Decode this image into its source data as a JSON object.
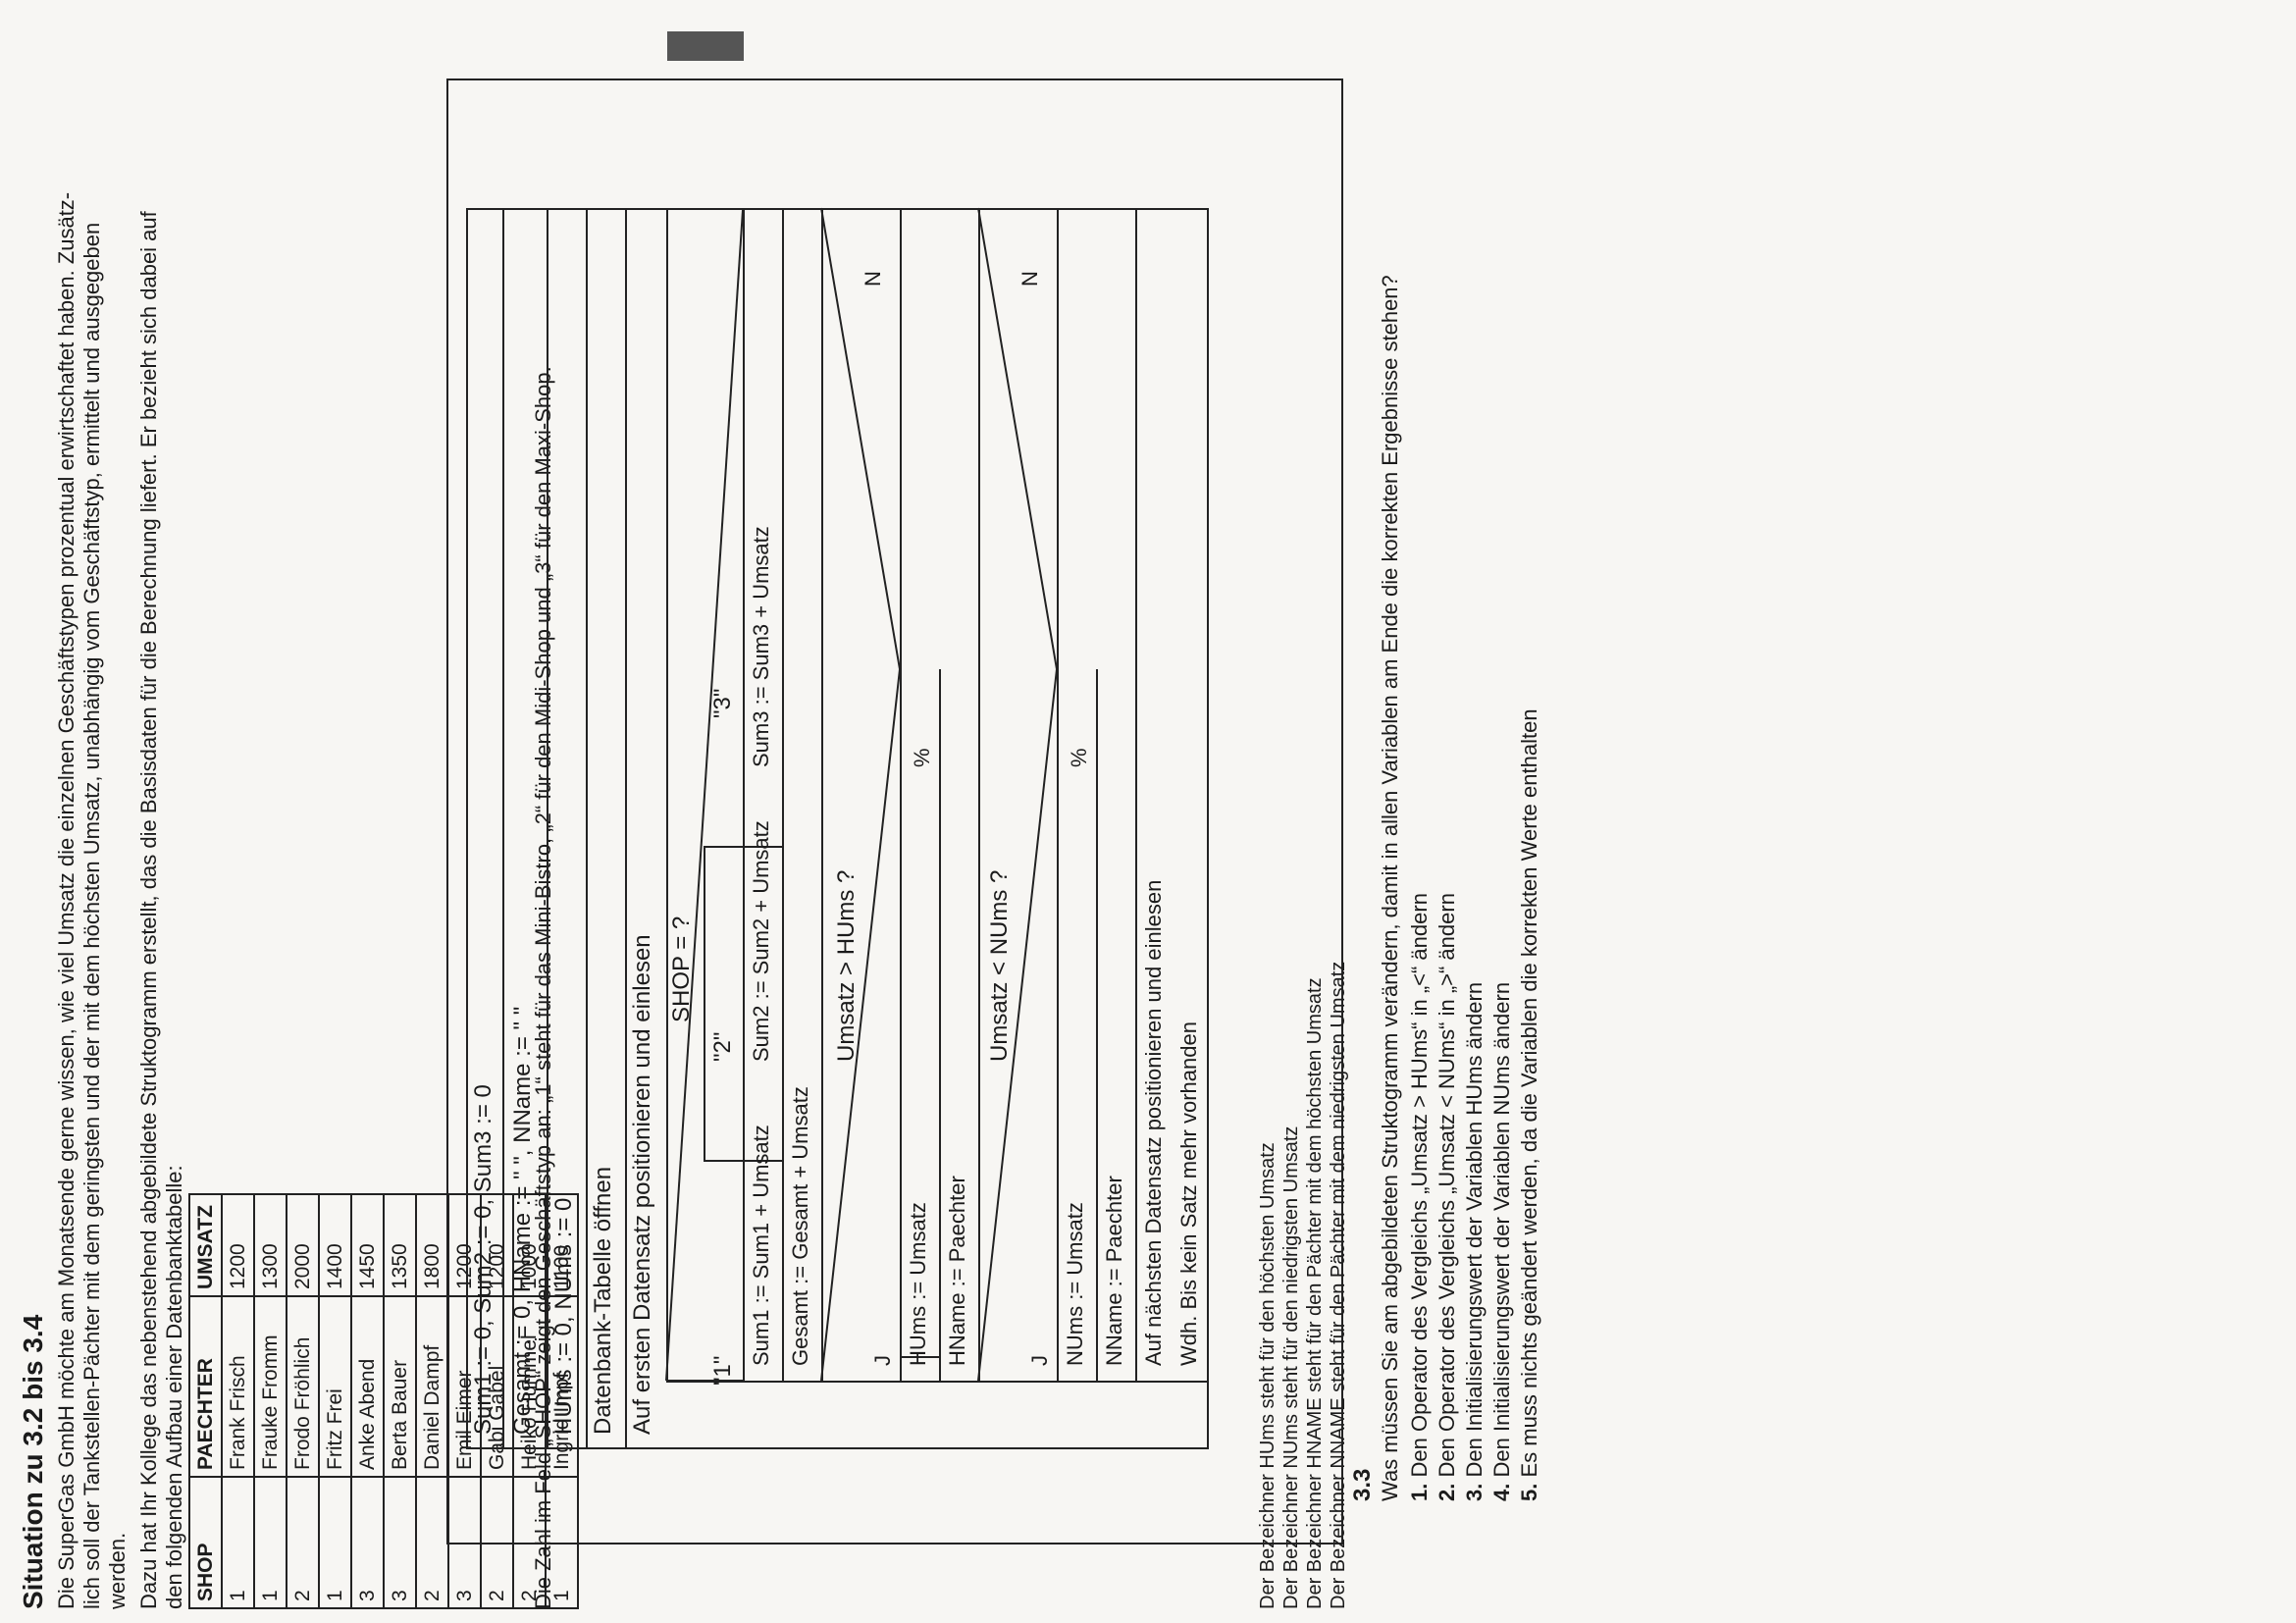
{
  "header": {
    "title": "Situation zu 3.2 bis 3.4",
    "intro_lines": [
      "Die SuperGas GmbH möchte am Monatsende gerne wissen, wie viel Umsatz die einzelnen Geschäftstypen prozentual erwirtschaftet haben. Zusätz-",
      "lich soll der Tankstellen-Pächter mit dem geringsten und der mit dem höchsten Umsatz, unabhängig vom Geschäftstyp, ermittelt und ausgegeben",
      "werden."
    ],
    "context_lines": [
      "Dazu hat Ihr Kollege das nebenstehend abgebildete Struktogramm erstellt, das die Basisdaten für die Berechnung liefert. Er bezieht sich dabei auf",
      "den folgenden Aufbau einer Datenbanktabelle:"
    ]
  },
  "table": {
    "headers": [
      "SHOP",
      "PAECHTER",
      "UMSATZ"
    ],
    "rows": [
      [
        "1",
        "Frank Frisch",
        "1200"
      ],
      [
        "1",
        "Frauke Fromm",
        "1300"
      ],
      [
        "2",
        "Frodo Fröhlich",
        "2000"
      ],
      [
        "1",
        "Fritz Frei",
        "1400"
      ],
      [
        "3",
        "Anke Abend",
        "1450"
      ],
      [
        "3",
        "Berta Bauer",
        "1350"
      ],
      [
        "2",
        "Daniel Dampf",
        "1800"
      ],
      [
        "3",
        "Emil Eimer",
        "1200"
      ],
      [
        "2",
        "Gabi Gabel",
        "1200"
      ],
      [
        "2",
        "Heiko Hummel",
        "1000"
      ],
      [
        "1",
        "Ingrid Impf",
        "1100"
      ]
    ]
  },
  "shop_note": "Die Zahl im Feld „SHOP“ zeigt den Geschäftstyp an: „1“ steht für das Mini-Bistro, „2“ für den Midi-Shop und „3“ für den Maxi-Shop.",
  "struktogramm": {
    "init1": "Sum1 := 0, Sum2 := 0, Sum3 := 0",
    "init2": "Gesamt := 0, HName := \" \", NName := \" \"",
    "init3": "HUms := 0, NUms := 0",
    "open": "Datenbank-Tabelle öffnen",
    "first": "Auf ersten Datensatz positionieren und einlesen",
    "case_label": "SHOP = ?",
    "case1": "\"1\"",
    "case2": "\"2\"",
    "case3": "\"3\"",
    "sum1": "Sum1 := Sum1 + Umsatz",
    "sum2": "Sum2 := Sum2 + Umsatz",
    "sum3": "Sum3 := Sum3 + Umsatz",
    "gesamt": "Gesamt := Gesamt + Umsatz",
    "if1": "Umsatz > HUms ?",
    "if2": "Umsatz < NUms ?",
    "yes": "J",
    "no": "N",
    "empty": "%",
    "hums": "HUms := Umsatz",
    "hname": "HName := Paechter",
    "nums": "NUms := Umsatz",
    "nname": "NName := Paechter",
    "next": "Auf nächsten Datensatz positionieren und einlesen",
    "loop": "Wdh. Bis kein Satz mehr vorhanden"
  },
  "legend_lines": [
    "Der Bezeichner HUms steht für den höchsten Umsatz",
    "Der Bezeichner NUms steht für den niedrigsten Umsatz",
    "Der Bezeichner HNAME steht für den Pächter mit dem höchsten Umsatz",
    "Der Bezeichner NNAME steht für den Pächter mit dem niedrigsten Umsatz"
  ],
  "task": {
    "number": "3.3",
    "question": "Was müssen Sie am abgebildeten Struktogramm verändern, damit in allen Variablen am Ende die korrekten Ergebnisse stehen?",
    "options": [
      {
        "n": "1.",
        "text": "Den Operator des Vergleichs „Umsatz > HUms“ in „<“ ändern"
      },
      {
        "n": "2.",
        "text": "Den Operator des Vergleichs „Umsatz < NUms“ in „>“ ändern"
      },
      {
        "n": "3.",
        "text": "Den Initialisierungswert der Variablen HUms ändern"
      },
      {
        "n": "4.",
        "text": "Den Initialisierungswert der Variablen NUms ändern"
      },
      {
        "n": "5.",
        "text": "Es muss nichts geändert werden, da die Variablen die korrekten Werte enthalten"
      }
    ]
  }
}
